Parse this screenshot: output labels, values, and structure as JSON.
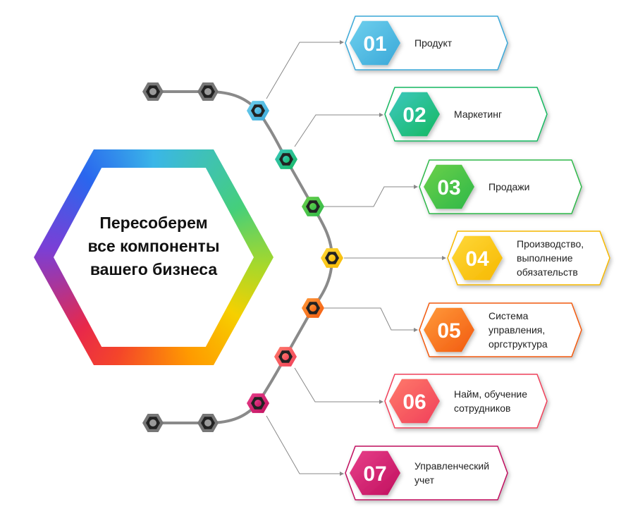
{
  "center": {
    "lines": [
      "Пересоберем",
      "все компоненты",
      "вашего бизнеса"
    ]
  },
  "items": [
    {
      "number": "01",
      "lines": [
        "Продукт"
      ],
      "color": "#3aa8d8",
      "color2": "#6fd0ee"
    },
    {
      "number": "02",
      "lines": [
        "Маркетинг"
      ],
      "color": "#16b860",
      "color2": "#3cc8c0"
    },
    {
      "number": "03",
      "lines": [
        "Продажи"
      ],
      "color": "#2fb84a",
      "color2": "#6ad04a"
    },
    {
      "number": "04",
      "lines": [
        "Производство,",
        "выполнение",
        "обязательств"
      ],
      "color": "#f6b800",
      "color2": "#ffd83a"
    },
    {
      "number": "05",
      "lines": [
        "Система",
        "управления,",
        "оргструктура"
      ],
      "color": "#f25a10",
      "color2": "#ff9a3a"
    },
    {
      "number": "06",
      "lines": [
        "Найм, обучение",
        "сотрудников"
      ],
      "color": "#f0405a",
      "color2": "#ff7a6a"
    },
    {
      "number": "07",
      "lines": [
        "Управленческий",
        "учет"
      ],
      "color": "#c0105e",
      "color2": "#e8408a"
    }
  ],
  "connector_color": "#888888",
  "nut_color": "#222222",
  "gray_node_color": "#777777"
}
